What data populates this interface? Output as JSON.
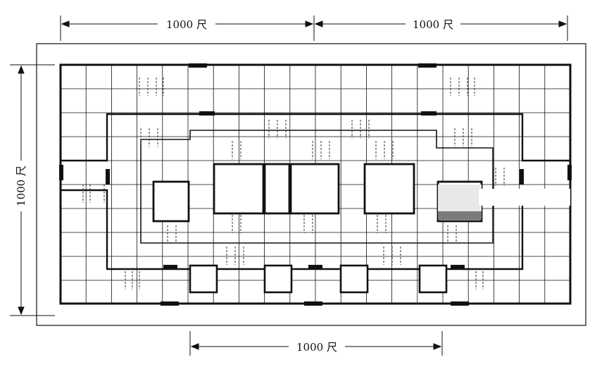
{
  "dimensions": {
    "top_left": "1000 尺",
    "top_right": "1000 尺",
    "left": "1000 尺",
    "bottom": "1000 尺"
  },
  "colors": {
    "ink": "#111111",
    "paper": "#ffffff",
    "shade": "#7a7a7a"
  }
}
